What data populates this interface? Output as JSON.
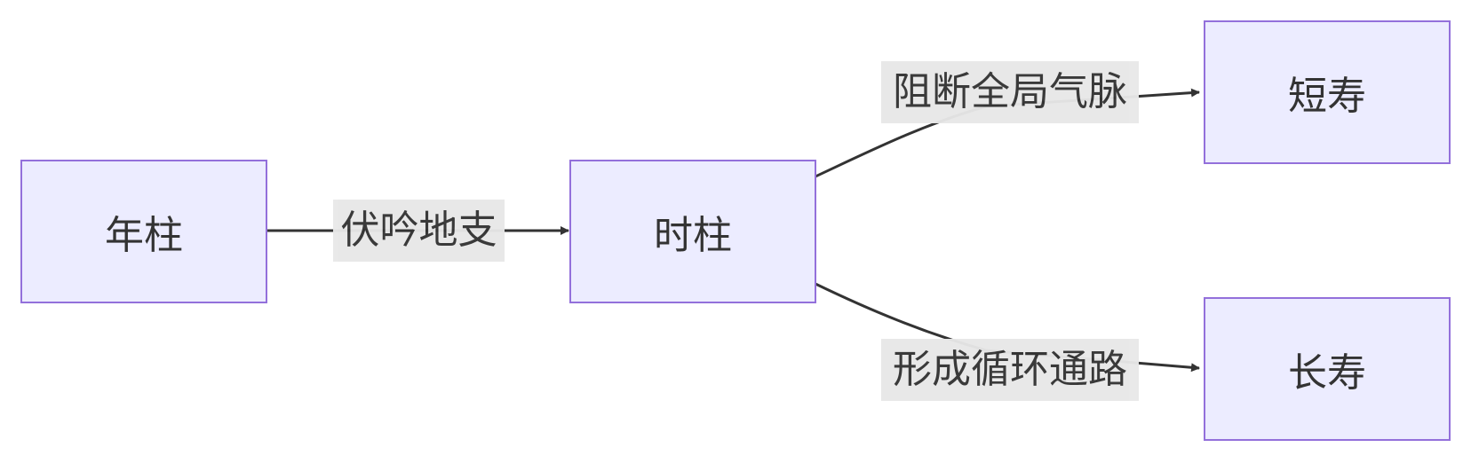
{
  "colors": {
    "node_fill": "#ECECFF",
    "node_border": "#9370DB",
    "edge": "#333333",
    "label_bg": "#E8E8E8",
    "text": "#333333"
  },
  "nodes": {
    "nian_zhu": "年柱",
    "shi_zhu": "时柱",
    "duan_shou": "短寿",
    "chang_shou": "长寿"
  },
  "edges": [
    {
      "from": "年柱",
      "to": "时柱",
      "label": "伏吟地支"
    },
    {
      "from": "时柱",
      "to": "短寿",
      "label": "阻断全局气脉"
    },
    {
      "from": "时柱",
      "to": "长寿",
      "label": "形成循环通路"
    }
  ]
}
